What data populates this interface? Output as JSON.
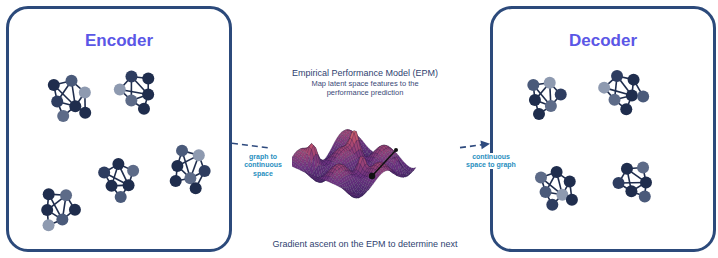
{
  "diagram": {
    "nodes": [
      {
        "text": [
          "Encoder"
        ]
      },
      {
        "text": [
          "Empirical Performance Model (EPM)",
          "Map latent space features to the performance prediction",
          "Gradient ascent on the EPM to determine next"
        ]
      },
      {
        "text": [
          "Decoder"
        ]
      }
    ],
    "edges": [
      {
        "from": 0,
        "to": 1,
        "arrow": "none",
        "label": "graph to continuous space"
      },
      {
        "from": 1,
        "to": 2,
        "arrow": "to",
        "label": "continuous space to graph"
      }
    ]
  }
}
